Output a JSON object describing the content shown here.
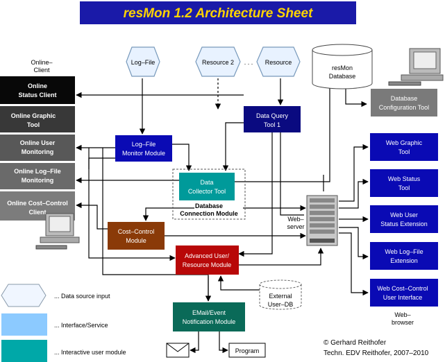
{
  "title": "resMon 1.2 Architecture Sheet",
  "sources": {
    "log_file": "Log–File",
    "resource2": "Resource 2",
    "ellipsis": ". . .",
    "resource": "Resource"
  },
  "database": {
    "line1": "resMon",
    "line2": "Database"
  },
  "db_config_tool": {
    "line1": "Database",
    "line2": "Configuration Tool"
  },
  "online_client_label": {
    "line1": "Online–",
    "line2": "Client"
  },
  "online_clients": [
    {
      "line1": "Online",
      "line2": "Status Client"
    },
    {
      "line1": "Online Graphic",
      "line2": "Tool"
    },
    {
      "line1": "Online User",
      "line2": "Monitoring"
    },
    {
      "line1": "Online Log–File",
      "line2": "Monitoring"
    },
    {
      "line1": "Online Cost–Control",
      "line2": "Client"
    }
  ],
  "modules": {
    "data_query": {
      "line1": "Data Query",
      "line2": "Tool 1"
    },
    "logfile_monitor": {
      "line1": "Log–File",
      "line2": "Monitor Module"
    },
    "data_collector": {
      "line1": "Data",
      "line2": "Collector Tool"
    },
    "db_connection": {
      "line1": "Database",
      "line2": "Connection Module"
    },
    "cost_control": {
      "line1": "Cost–Control",
      "line2": "Module"
    },
    "advanced_user": {
      "line1": "Advanced User/",
      "line2": "Resource Module"
    },
    "email_event": {
      "line1": "EMail/Event",
      "line2": "Notification Module"
    }
  },
  "web_server_label": {
    "line1": "Web–",
    "line2": "server"
  },
  "web_browser_label": {
    "line1": "Web–",
    "line2": "browser"
  },
  "web_modules": [
    {
      "line1": "Web Graphic",
      "line2": "Tool"
    },
    {
      "line1": "Web Status",
      "line2": "Tool"
    },
    {
      "line1": "Web User",
      "line2": "Status Extension"
    },
    {
      "line1": "Web Log–File",
      "line2": "Extension"
    },
    {
      "line1": "Web Cost–Control",
      "line2": "User Interface"
    }
  ],
  "external_db": {
    "line1": "External",
    "line2": "User–DB"
  },
  "program": "Program",
  "legend": [
    {
      "text": "...  Data source input"
    },
    {
      "text": "...  Interface/Service"
    },
    {
      "text": "...  Interactive user module"
    }
  ],
  "copyright": {
    "line1": "© Gerhard Reithofer",
    "line2": "Techn. EDV Reithofer, 2007–2010"
  },
  "colors": {
    "title_bg": "#1a1aa8",
    "title_fg": "#ffd400",
    "blue_module": "#0a0ab4",
    "navy_module": "#0a0a80",
    "online_black": "#080808",
    "online_dark": "#383838",
    "online_grey": "#585858",
    "online_light": "#6e6e6e",
    "teal": "#009a9a",
    "brown": "#8a3a08",
    "red": "#b80808",
    "green": "#0a6a58",
    "db_config": "#7a7a7a",
    "source_fill": "#e8f2ff",
    "legend_interface": "#8ccaff",
    "legend_interactive": "#00a8a8"
  }
}
